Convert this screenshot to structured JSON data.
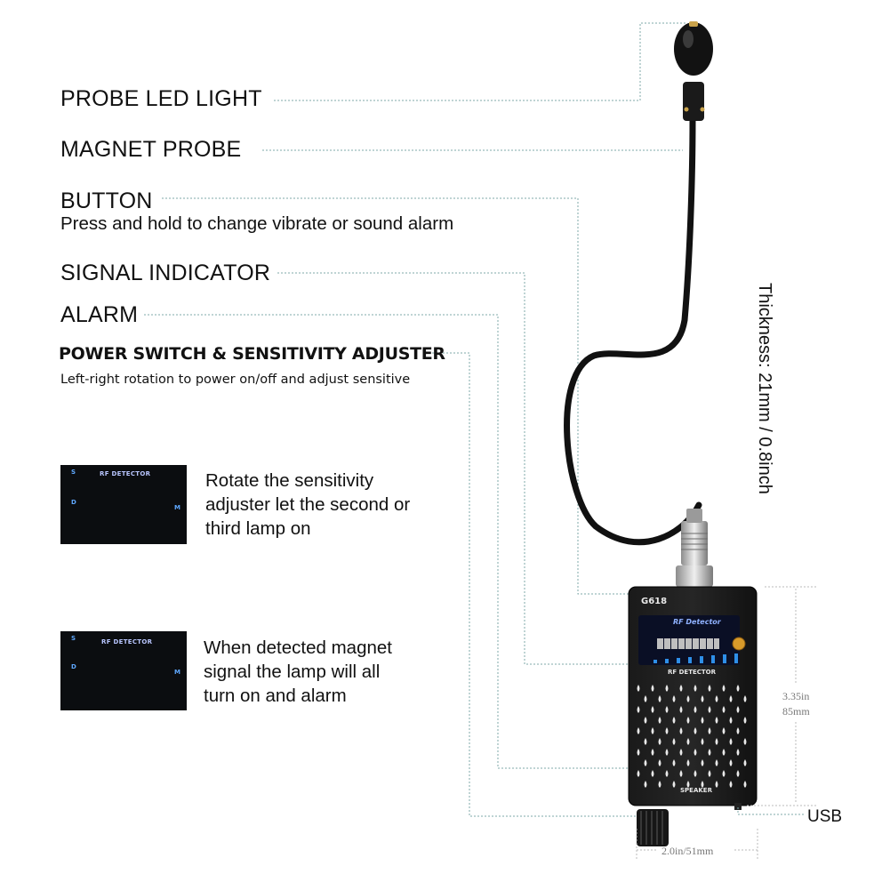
{
  "callouts": {
    "probe_led": "PROBE LED LIGHT",
    "magnet_probe": "MAGNET PROBE",
    "button": "BUTTON",
    "button_desc": "Press and hold to change vibrate or sound alarm",
    "signal_indicator": "SIGNAL INDICATOR",
    "alarm": "ALARM",
    "power_switch": "POWER SWITCH & SENSITIVITY ADJUSTER",
    "power_switch_desc": "Left-right rotation to power on/off and adjust sensitive"
  },
  "panels": [
    {
      "title": "RF DETECTOR",
      "s": "S",
      "d": "D",
      "m": "M",
      "lit_color_pattern": [
        "green",
        "green",
        "green",
        "green",
        "gray",
        "gray",
        "gray",
        "gray",
        "gray",
        "gray"
      ],
      "description": [
        "Rotate the sensitivity",
        "adjuster let the second or",
        "third lamp on"
      ]
    },
    {
      "title": "RF DETECTOR",
      "s": "S",
      "d": "D",
      "m": "M",
      "lit_color_pattern": [
        "green",
        "green",
        "green",
        "green",
        "yellow",
        "yellow",
        "yellow",
        "red",
        "red",
        "red"
      ],
      "description": [
        "When detected magnet",
        "signal the lamp will all",
        "turn  on and alarm"
      ]
    }
  ],
  "device": {
    "model": "G618",
    "window_label": "RF Detector",
    "body_label": "RF DETECTOR",
    "speaker_label": "SPEAKER"
  },
  "dimensions": {
    "thickness": "Thickness: 21mm / 0.8inch",
    "height_in": "3.35in",
    "height_mm": "85mm",
    "width": "2.0in/51mm",
    "usb": "USB"
  },
  "colors": {
    "green": "#35e04a",
    "yellow": "#e8d53a",
    "red": "#e23a2f",
    "gray": "#8a8a8a",
    "bars": "#2e8fe8",
    "leader": "#7fa9a9"
  }
}
